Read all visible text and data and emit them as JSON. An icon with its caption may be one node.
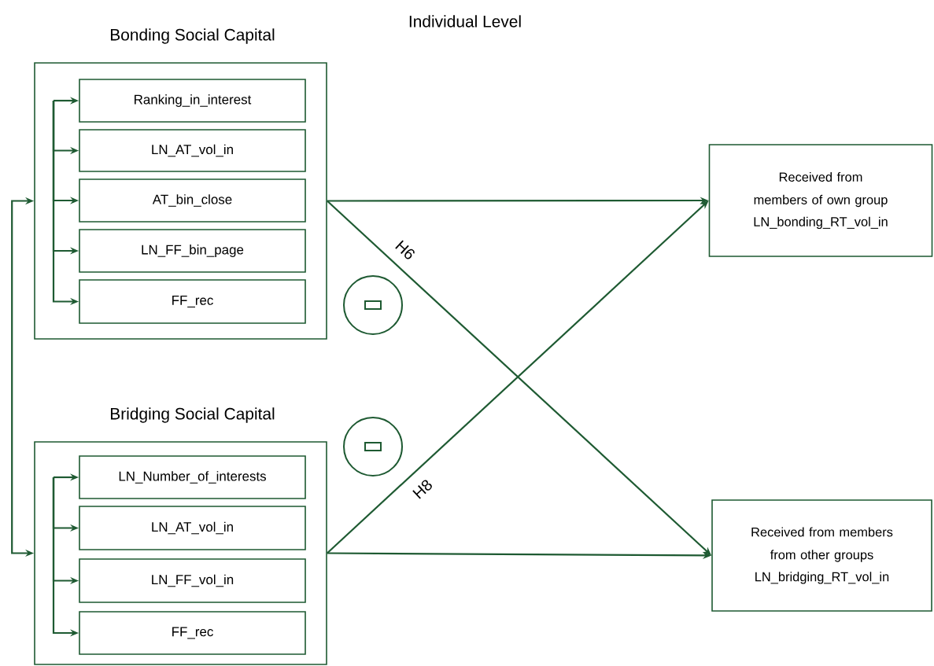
{
  "diagram": {
    "title": "Individual Level",
    "nodes": [
      {
        "text": [
          "Bonding Social Capital"
        ]
      },
      {
        "text": [
          "Ranking_in_interest"
        ],
        "in": 0
      },
      {
        "text": [
          "LN_AT_vol_in"
        ],
        "in": 0
      },
      {
        "text": [
          "AT_bin_close"
        ],
        "in": 0
      },
      {
        "text": [
          "LN_FF_bin_page"
        ],
        "in": 0
      },
      {
        "text": [
          "FF_rec"
        ],
        "in": 0
      },
      {
        "text": [
          "Bridging Social Capital"
        ]
      },
      {
        "text": [
          "LN_Number_of_interests"
        ],
        "in": 6
      },
      {
        "text": [
          "LN_AT_vol_in"
        ],
        "in": 6
      },
      {
        "text": [
          "LN_FF_vol_in"
        ],
        "in": 6
      },
      {
        "text": [
          "FF_rec"
        ],
        "in": 6
      },
      {
        "text": [
          "Received from members of own group",
          "LN_bonding_RT_vol_in"
        ]
      },
      {
        "text": [
          "Received from members from other groups",
          "LN_bridging_RT_vol_in"
        ]
      }
    ],
    "edges": [
      {
        "from": 0,
        "to": 6,
        "arrow": "both"
      },
      {
        "from": null,
        "to": 1,
        "arrow": "to"
      },
      {
        "from": null,
        "to": 2,
        "arrow": "to"
      },
      {
        "from": null,
        "to": 3,
        "arrow": "to"
      },
      {
        "from": null,
        "to": 4,
        "arrow": "to"
      },
      {
        "from": null,
        "to": 5,
        "arrow": "to"
      },
      {
        "from": null,
        "to": 7,
        "arrow": "to"
      },
      {
        "from": null,
        "to": 8,
        "arrow": "to"
      },
      {
        "from": null,
        "to": 9,
        "arrow": "to"
      },
      {
        "from": null,
        "to": 10,
        "arrow": "to"
      },
      {
        "from": 0,
        "to": 11,
        "arrow": "to"
      },
      {
        "from": 0,
        "to": 12,
        "arrow": "to",
        "label": "H6"
      },
      {
        "from": 6,
        "to": 11,
        "arrow": "to",
        "label": "H8"
      },
      {
        "from": 6,
        "to": 12,
        "arrow": "to"
      }
    ]
  }
}
